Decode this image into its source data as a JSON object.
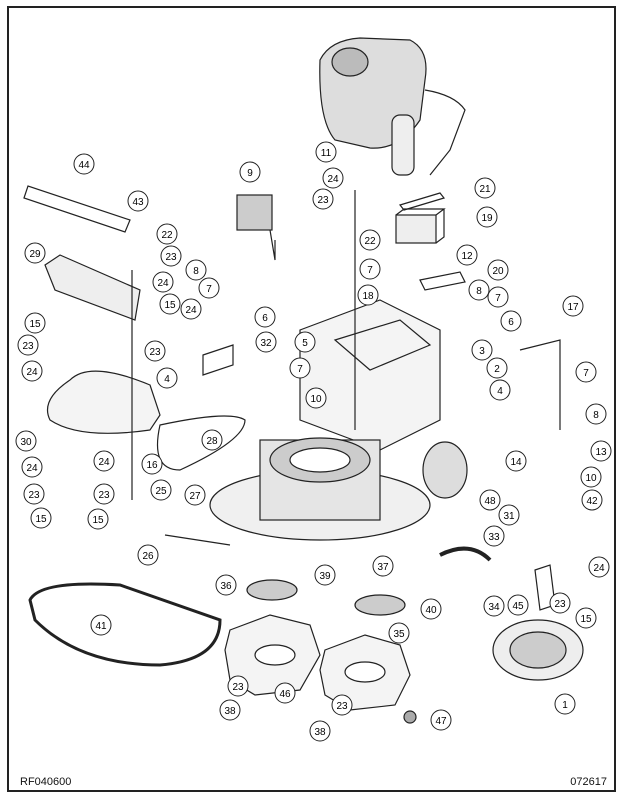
{
  "drawing": {
    "figure_code": "RF040600",
    "date_code": "072617",
    "callouts": [
      "11",
      "24",
      "23",
      "22",
      "21",
      "19",
      "9",
      "44",
      "43",
      "29",
      "22",
      "23",
      "24",
      "8",
      "7",
      "12",
      "7",
      "20",
      "18",
      "15",
      "24",
      "15",
      "23",
      "24",
      "6",
      "8",
      "7",
      "6",
      "23",
      "32",
      "5",
      "4",
      "3",
      "17",
      "2",
      "4",
      "7",
      "10",
      "7",
      "8",
      "30",
      "28",
      "16",
      "24",
      "24",
      "23",
      "23",
      "15",
      "15",
      "13",
      "10",
      "14",
      "42",
      "25",
      "27",
      "48",
      "31",
      "26",
      "33",
      "24",
      "39",
      "37",
      "36",
      "34",
      "45",
      "23",
      "15",
      "40",
      "35",
      "41",
      "1",
      "23",
      "46",
      "38",
      "23",
      "47",
      "38"
    ]
  }
}
